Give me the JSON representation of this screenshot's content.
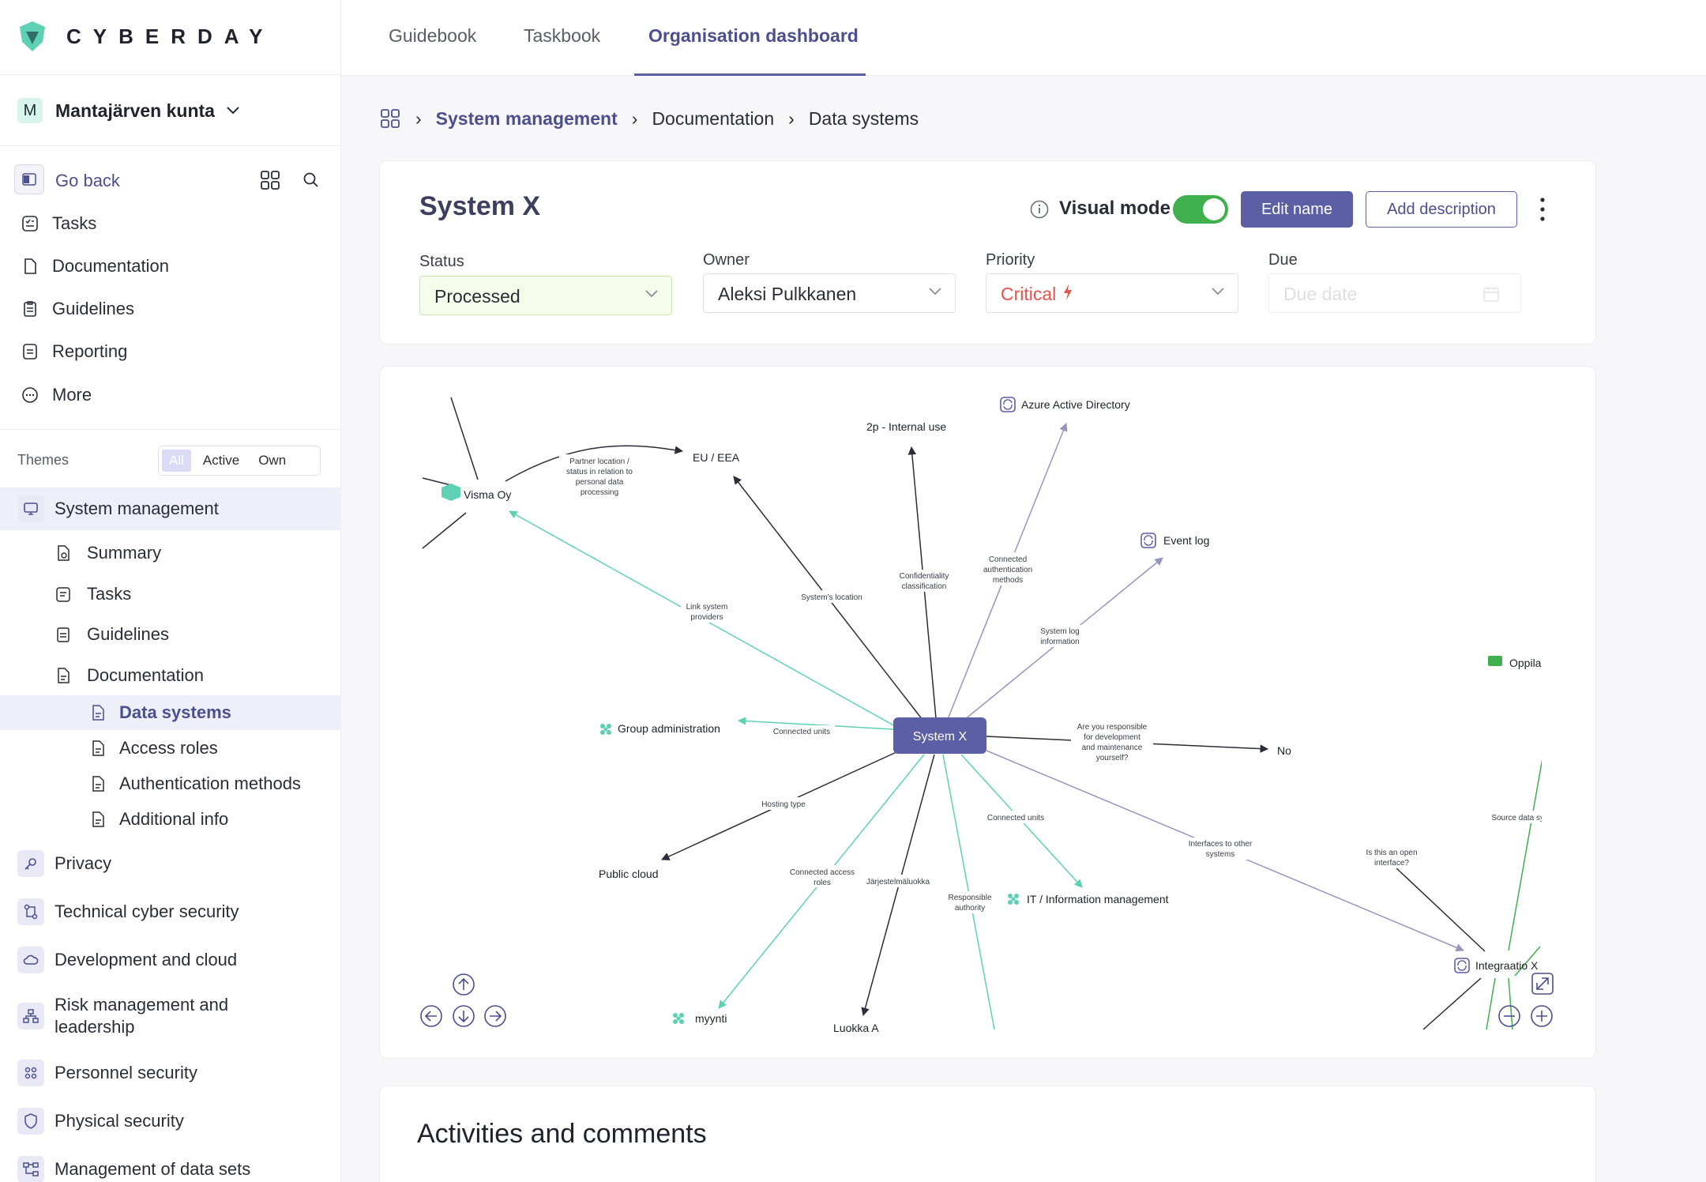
{
  "app": {
    "logo_text": "CYBERDAY",
    "organization": "Mantajärven kunta",
    "org_initial": "M"
  },
  "tabs": [
    "Guidebook",
    "Taskbook",
    "Organisation dashboard"
  ],
  "sidebar": {
    "go_back": "Go back",
    "main_items": [
      "Tasks",
      "Documentation",
      "Guidelines",
      "Reporting",
      "More"
    ],
    "themes_label": "Themes",
    "filter": [
      "All",
      "Active",
      "Own"
    ],
    "active_theme": "System management",
    "sub_items": [
      "Summary",
      "Tasks",
      "Guidelines",
      "Documentation"
    ],
    "doc_items": [
      "Data systems",
      "Access roles",
      "Authentication methods",
      "Additional info"
    ],
    "themes": [
      "Privacy",
      "Technical cyber security",
      "Development and cloud",
      "Risk management and leadership",
      "Personnel security",
      "Physical security",
      "Management of data sets"
    ]
  },
  "breadcrumb": [
    "System management",
    "Documentation",
    "Data systems"
  ],
  "record": {
    "title": "System X",
    "visual_mode_label": "Visual mode",
    "visual_mode_on": true,
    "edit_name": "Edit name",
    "add_description": "Add description",
    "status_label": "Status",
    "status_value": "Processed",
    "owner_label": "Owner",
    "owner_value": "Aleksi Pulkkanen",
    "priority_label": "Priority",
    "priority_value": "Critical",
    "due_label": "Due",
    "due_placeholder": "Due date"
  },
  "graph": {
    "center": "System X",
    "nodes": {
      "visma": "Visma Oy",
      "eu": "EU / EEA",
      "internal": "2p - Internal use",
      "azure": "Azure Active Directory",
      "eventlog": "Event log",
      "group": "Group administration",
      "no": "No",
      "public": "Public cloud",
      "it": "IT / Information management",
      "myynti": "myynti",
      "luokka": "Luokka A",
      "integraatio": "Integraatio X",
      "oppilas": "Oppilashallinto"
    },
    "edge_labels": {
      "partner": [
        "Partner location /",
        "status in relation to",
        "personal data",
        "processing"
      ],
      "link": [
        "Link system",
        "providers"
      ],
      "location": [
        "System's location"
      ],
      "conf": [
        "Confidentiality",
        "classification"
      ],
      "auth": [
        "Connected",
        "authentication",
        "methods"
      ],
      "syslog": [
        "System log",
        "information"
      ],
      "units1": [
        "Connected units"
      ],
      "resp": [
        "Are you responsible",
        "for development",
        "and maintenance",
        "yourself?"
      ],
      "hosting": [
        "Hosting type"
      ],
      "access": [
        "Connected access",
        "roles"
      ],
      "jarj": [
        "Järjestelmäluokka"
      ],
      "respauth": [
        "Responsible",
        "authority"
      ],
      "units2": [
        "Connected units"
      ],
      "iface": [
        "Interfaces to other",
        "systems"
      ],
      "open": [
        "Is this an open",
        "interface?"
      ],
      "source": [
        "Source data systems"
      ]
    }
  },
  "activities_title": "Activities and comments",
  "colors": {
    "accent": "#5c5fa3",
    "teal": "#5ed1b4",
    "green": "#40b04e",
    "critical": "#e5534b"
  }
}
